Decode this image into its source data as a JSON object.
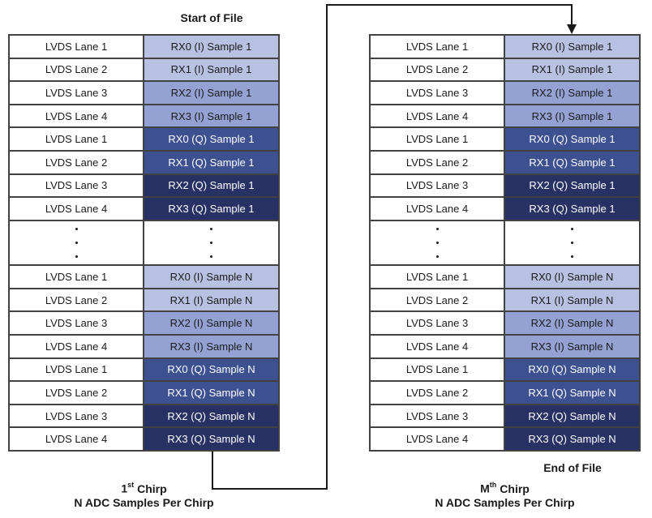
{
  "figure": {
    "description": "LVDS lane data capture file format diagram"
  },
  "colors": {
    "i_light": "#b8c1e1",
    "i_medium": "#93a2d3",
    "q_medium": "#3d5191",
    "q_dark": "#283163",
    "grid": "#424242",
    "line": "#1a1a1a",
    "text_dark": "#1a1a1a",
    "text_light": "#ffffff"
  },
  "left_table": {
    "top_label": "Start of File",
    "footer": {
      "chirp_number": "1",
      "chirp_ordinal": "st",
      "chirp_word": "Chirp",
      "samples_line": "N ADC Samples Per Chirp"
    },
    "rows": [
      {
        "lane": "LVDS Lane 1",
        "sample": "RX0 (I) Sample 1",
        "shade": "i_light"
      },
      {
        "lane": "LVDS Lane 2",
        "sample": "RX1 (I) Sample 1",
        "shade": "i_light"
      },
      {
        "lane": "LVDS Lane 3",
        "sample": "RX2 (I) Sample 1",
        "shade": "i_medium"
      },
      {
        "lane": "LVDS Lane 4",
        "sample": "RX3 (I) Sample 1",
        "shade": "i_medium"
      },
      {
        "lane": "LVDS Lane 1",
        "sample": "RX0 (Q) Sample 1",
        "shade": "q_medium"
      },
      {
        "lane": "LVDS Lane 2",
        "sample": "RX1 (Q) Sample 1",
        "shade": "q_medium"
      },
      {
        "lane": "LVDS Lane 3",
        "sample": "RX2 (Q) Sample 1",
        "shade": "q_dark"
      },
      {
        "lane": "LVDS Lane 4",
        "sample": "RX3 (Q) Sample 1",
        "shade": "q_dark"
      },
      {
        "type": "dots"
      },
      {
        "lane": "LVDS Lane 1",
        "sample": "RX0 (I) Sample N",
        "shade": "i_light"
      },
      {
        "lane": "LVDS Lane 2",
        "sample": "RX1 (I) Sample N",
        "shade": "i_light"
      },
      {
        "lane": "LVDS Lane 3",
        "sample": "RX2 (I) Sample N",
        "shade": "i_medium"
      },
      {
        "lane": "LVDS Lane 4",
        "sample": "RX3 (I) Sample N",
        "shade": "i_medium"
      },
      {
        "lane": "LVDS Lane 1",
        "sample": "RX0 (Q) Sample N",
        "shade": "q_medium"
      },
      {
        "lane": "LVDS Lane 2",
        "sample": "RX1 (Q) Sample N",
        "shade": "q_medium"
      },
      {
        "lane": "LVDS Lane 3",
        "sample": "RX2 (Q) Sample N",
        "shade": "q_dark"
      },
      {
        "lane": "LVDS Lane 4",
        "sample": "RX3 (Q) Sample N",
        "shade": "q_dark"
      }
    ]
  },
  "right_table": {
    "bottom_label": "End of File",
    "footer": {
      "chirp_number": "M",
      "chirp_ordinal": "th",
      "chirp_word": "Chirp",
      "samples_line": "N ADC Samples Per Chirp"
    },
    "rows": [
      {
        "lane": "LVDS Lane 1",
        "sample": "RX0 (I) Sample 1",
        "shade": "i_light"
      },
      {
        "lane": "LVDS Lane 2",
        "sample": "RX1 (I) Sample 1",
        "shade": "i_light"
      },
      {
        "lane": "LVDS Lane 3",
        "sample": "RX2 (I) Sample 1",
        "shade": "i_medium"
      },
      {
        "lane": "LVDS Lane 4",
        "sample": "RX3 (I) Sample 1",
        "shade": "i_medium"
      },
      {
        "lane": "LVDS Lane 1",
        "sample": "RX0 (Q) Sample 1",
        "shade": "q_medium"
      },
      {
        "lane": "LVDS Lane 2",
        "sample": "RX1 (Q) Sample 1",
        "shade": "q_medium"
      },
      {
        "lane": "LVDS Lane 3",
        "sample": "RX2 (Q) Sample 1",
        "shade": "q_dark"
      },
      {
        "lane": "LVDS Lane 4",
        "sample": "RX3 (Q) Sample 1",
        "shade": "q_dark"
      },
      {
        "type": "dots"
      },
      {
        "lane": "LVDS Lane 1",
        "sample": "RX0 (I) Sample N",
        "shade": "i_light"
      },
      {
        "lane": "LVDS Lane 2",
        "sample": "RX1 (I) Sample N",
        "shade": "i_light"
      },
      {
        "lane": "LVDS Lane 3",
        "sample": "RX2 (I) Sample N",
        "shade": "i_medium"
      },
      {
        "lane": "LVDS Lane 4",
        "sample": "RX3 (I) Sample N",
        "shade": "i_medium"
      },
      {
        "lane": "LVDS Lane 1",
        "sample": "RX0 (Q) Sample N",
        "shade": "q_medium"
      },
      {
        "lane": "LVDS Lane 2",
        "sample": "RX1 (Q) Sample N",
        "shade": "q_medium"
      },
      {
        "lane": "LVDS Lane 3",
        "sample": "RX2 (Q) Sample N",
        "shade": "q_dark"
      },
      {
        "lane": "LVDS Lane 4",
        "sample": "RX3 (Q) Sample N",
        "shade": "q_dark"
      }
    ]
  }
}
